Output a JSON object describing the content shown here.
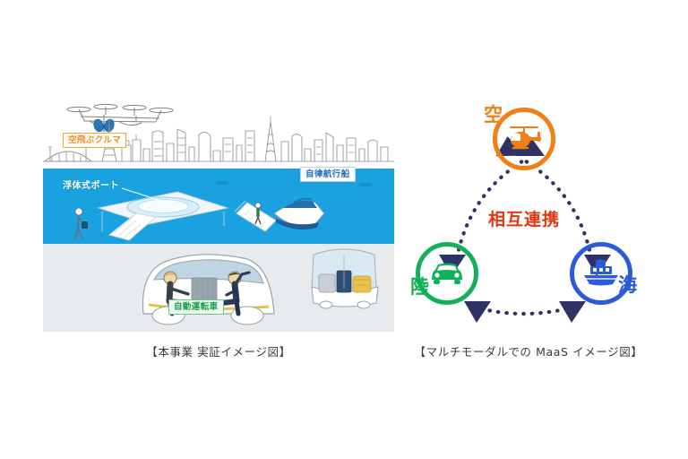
{
  "figures": {
    "left": {
      "name": "実証イメージ図",
      "caption": "【本事業  実証イメージ図】",
      "labels": {
        "flying_car": "空飛ぶクルマ",
        "floating_port": "浮体式ポート",
        "autonomous_ship": "自律航行船",
        "autonomous_car": "自動運転車"
      },
      "colors": {
        "flying_car": "#E8912A",
        "floating_port": "#FFFFFF",
        "autonomous_ship": "#1B6FC1",
        "autonomous_car": "#19A24A",
        "water": "#1AA2E0",
        "ground": "#E8EBEE",
        "sky": "#FFFFFF"
      },
      "scene_elements": [
        "drone-flying-car-icon",
        "city-skyline-icon",
        "tokyo-tower-icon",
        "tokyo-skytree-icon",
        "rainbow-bridge-icon",
        "floating-port-icon",
        "staircase-icon",
        "pedestrian-icon",
        "gangway-icon",
        "autonomous-boat-icon",
        "autonomous-car-icon",
        "passenger-icon",
        "delivery-robot-icon",
        "luggage-icon"
      ]
    },
    "right": {
      "name": "マルチモーダルでのMaaSイメージ図",
      "caption": "【マルチモーダルでの MaaS イメージ図】",
      "center_label": "相互連携",
      "center_color": "#E2380F",
      "arrow_color": "#2E3264",
      "nodes": [
        {
          "id": "air",
          "label": "空",
          "icon": "helicopter-icon",
          "color": "#F07F16"
        },
        {
          "id": "land",
          "label": "陸",
          "icon": "car-icon",
          "color": "#13B05B"
        },
        {
          "id": "sea",
          "label": "海",
          "icon": "ship-icon",
          "color": "#2B5BD7"
        }
      ],
      "connections": [
        {
          "from": "land",
          "to": "air",
          "style": "dotted",
          "bidirectional": true
        },
        {
          "from": "air",
          "to": "sea",
          "style": "dotted",
          "bidirectional": true
        },
        {
          "from": "land",
          "to": "sea",
          "style": "dotted",
          "bidirectional": true
        }
      ]
    }
  }
}
